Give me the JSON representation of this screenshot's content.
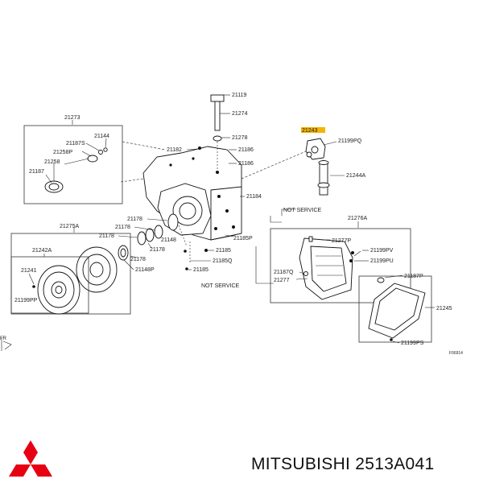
{
  "labels": {
    "p21119": "21119",
    "p21274": "21274",
    "p21278": "21278",
    "p21186a": "21186",
    "p21186b": "21186",
    "p21182": "21182",
    "p21184": "21184",
    "p21273": "21273",
    "p21144": "21144",
    "p21187s": "21187S",
    "p21258p": "21258P",
    "p21258": "21258",
    "p21187": "21187",
    "p21243": "21243",
    "p21199pq": "21199PQ",
    "p21244a": "21244A",
    "p21178a": "21178",
    "p21178b": "21178",
    "p21178c": "21178",
    "p21178d": "21178",
    "p21178e": "21178",
    "p21148": "21148",
    "p21148p": "21148P",
    "p21185a": "21185",
    "p21185b": "21185",
    "p21185q": "21185Q",
    "p21185p": "21185P",
    "p21275a": "21275A",
    "p21242a": "21242A",
    "p21241": "21241",
    "p21199pp": "21199PP",
    "p21276a": "21276A",
    "p21277p": "21277P",
    "p21199pv": "21199PV",
    "p21199pu": "21199PU",
    "p21187q": "21187Q",
    "p21277": "21277",
    "p21187p": "21187P",
    "p21245": "21245",
    "p21199ps": "21199PS",
    "not_service_1": "NOT SERVICE",
    "not_service_2": "NOT SERVICE",
    "fr": "FR",
    "fig_code": "F06914"
  },
  "footer": {
    "brand_text": "MITSUBISHI 2513A041"
  },
  "colors": {
    "highlight": "#f5b400",
    "brand_red": "#e60012",
    "ink": "#111111"
  }
}
